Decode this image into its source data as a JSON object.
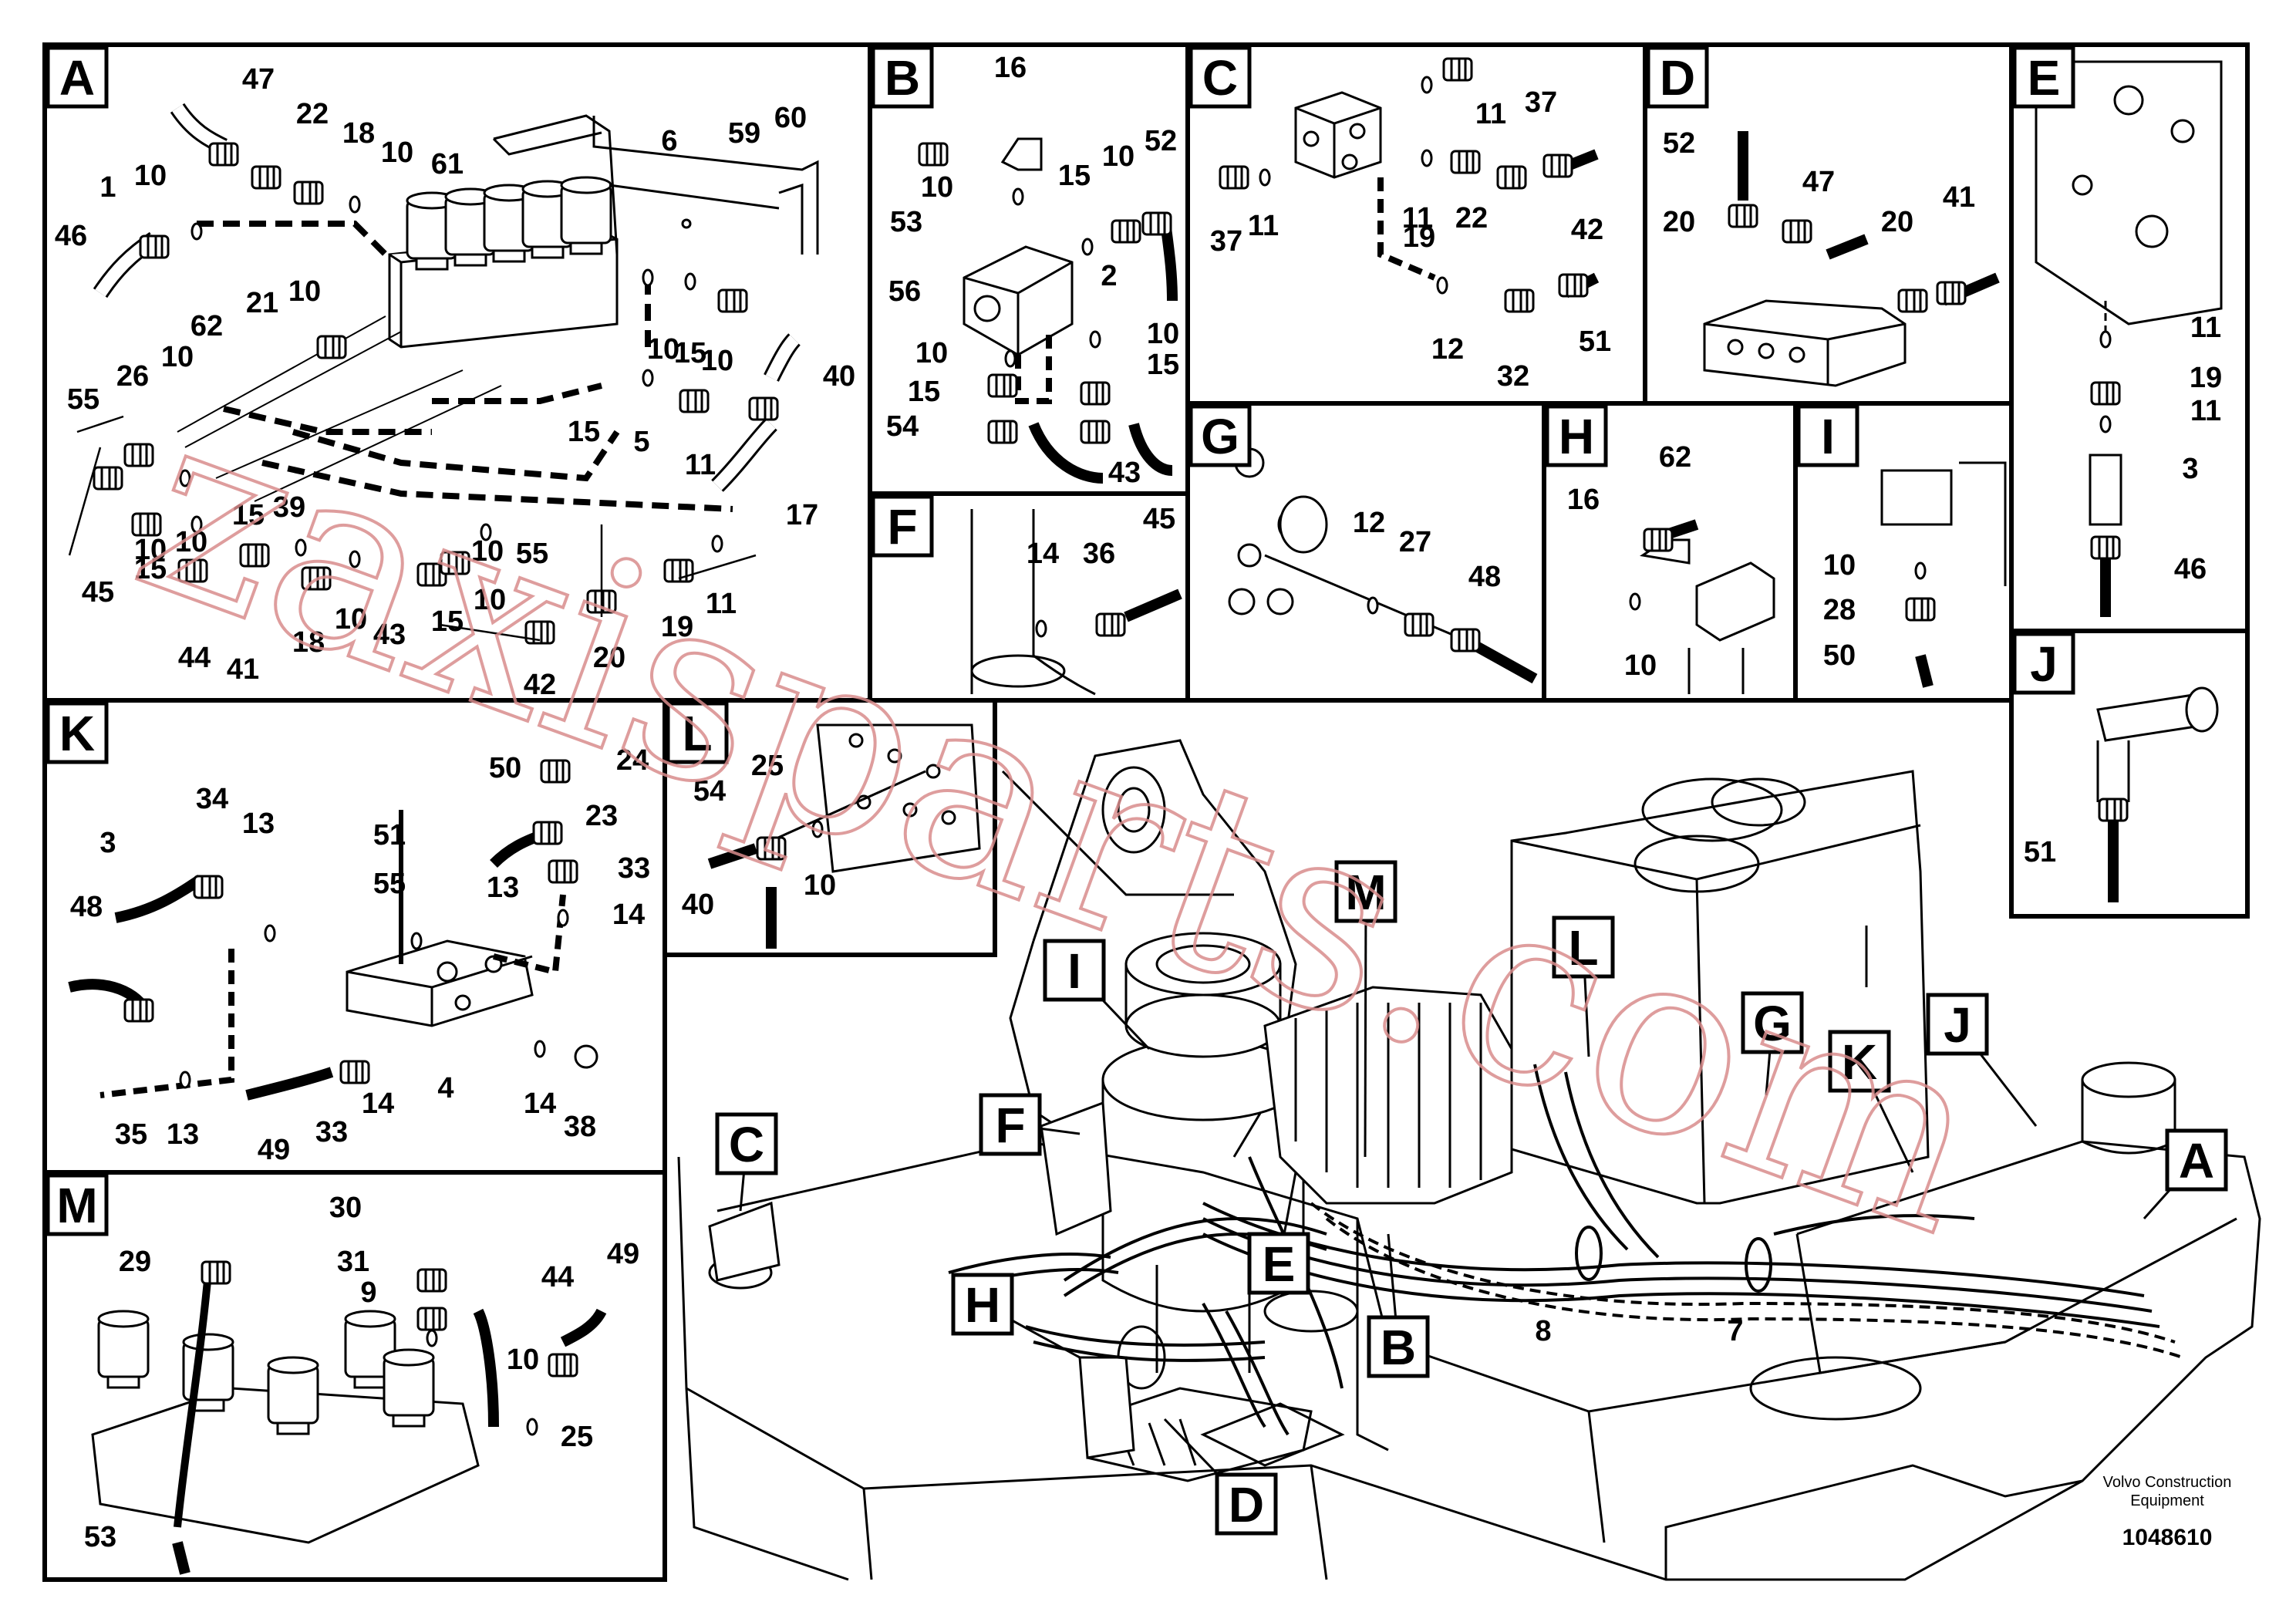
{
  "watermark": "zaxisparts.com",
  "footer": {
    "brand_line1": "Volvo Construction",
    "brand_line2": "Equipment",
    "doc_number": "1048610"
  },
  "panels": {
    "A": {
      "tag": "A",
      "callouts": [
        "47",
        "22",
        "18",
        "10",
        "61",
        "6",
        "59",
        "60",
        "1",
        "10",
        "46",
        "10",
        "21",
        "62",
        "10",
        "26",
        "55",
        "10",
        "15",
        "40",
        "10",
        "15",
        "5",
        "11",
        "17",
        "39",
        "15",
        "10",
        "10",
        "45",
        "15",
        "10",
        "55",
        "44",
        "41",
        "18",
        "10",
        "43",
        "15",
        "10",
        "42",
        "20",
        "19",
        "11"
      ]
    },
    "B": {
      "tag": "B",
      "callouts": [
        "16",
        "52",
        "10",
        "15",
        "10",
        "53",
        "56",
        "2",
        "10",
        "10",
        "15",
        "15",
        "54",
        "43"
      ]
    },
    "C": {
      "tag": "C",
      "callouts": [
        "11",
        "37",
        "37",
        "11",
        "11",
        "19",
        "22",
        "42",
        "12",
        "32",
        "51"
      ]
    },
    "D": {
      "tag": "D",
      "callouts": [
        "52",
        "47",
        "20",
        "41",
        "20"
      ]
    },
    "E": {
      "tag": "E",
      "callouts": [
        "11",
        "19",
        "11",
        "3",
        "46"
      ]
    },
    "F": {
      "tag": "F",
      "callouts": [
        "14",
        "36",
        "45"
      ]
    },
    "G": {
      "tag": "G",
      "callouts": [
        "12",
        "27",
        "48"
      ]
    },
    "H": {
      "tag": "H",
      "callouts": [
        "62",
        "16",
        "10"
      ]
    },
    "I": {
      "tag": "I",
      "callouts": [
        "10",
        "28",
        "50"
      ]
    },
    "J": {
      "tag": "J",
      "callouts": [
        "51"
      ]
    },
    "K": {
      "tag": "K",
      "callouts": [
        "24",
        "50",
        "23",
        "34",
        "3",
        "13",
        "51",
        "55",
        "13",
        "33",
        "48",
        "14",
        "4",
        "35",
        "13",
        "49",
        "33",
        "14",
        "14",
        "38"
      ]
    },
    "L": {
      "tag": "L",
      "callouts": [
        "25",
        "54",
        "10",
        "40"
      ]
    },
    "M": {
      "tag": "M",
      "callouts": [
        "30",
        "31",
        "44",
        "9",
        "29",
        "49",
        "10",
        "25",
        "53"
      ]
    }
  },
  "main": {
    "callouts": [
      "M",
      "I",
      "L",
      "G",
      "K",
      "J",
      "F",
      "C",
      "A",
      "E",
      "B",
      "H",
      "D"
    ],
    "item_numbers": [
      "8",
      "7"
    ]
  }
}
